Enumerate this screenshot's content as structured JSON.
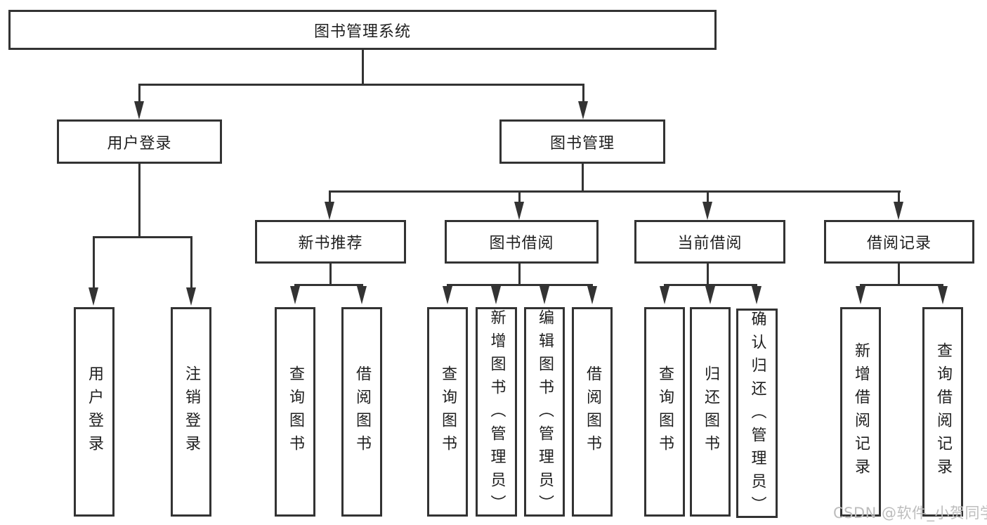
{
  "diagram_title": "图书管理系统",
  "nodes": {
    "root": {
      "label": "图书管理系统"
    },
    "user_login": {
      "label": "用户登录"
    },
    "book_management": {
      "label": "图书管理"
    },
    "new_book_recommend": {
      "label": "新书推荐"
    },
    "book_borrow": {
      "label": "图书借阅"
    },
    "current_borrow": {
      "label": "当前借阅"
    },
    "borrow_record": {
      "label": "借阅记录"
    },
    "leaf_user_login": {
      "label": "用户登录"
    },
    "leaf_logout": {
      "label": "注销登录"
    },
    "leaf_recommend_query_book": {
      "label": "查询图书"
    },
    "leaf_recommend_borrow_book": {
      "label": "借阅图书"
    },
    "leaf_borrow_query_book": {
      "label": "查询图书"
    },
    "leaf_borrow_add_book": {
      "label": "新增图书（管理员）"
    },
    "leaf_borrow_edit_book": {
      "label": "编辑图书（管理员）"
    },
    "leaf_borrow_borrow_book": {
      "label": "借阅图书"
    },
    "leaf_current_query_book": {
      "label": "查询图书"
    },
    "leaf_current_return_book": {
      "label": "归还图书"
    },
    "leaf_current_confirm_return": {
      "label": "确认归还（管理员）"
    },
    "leaf_record_add_record": {
      "label": "新增借阅记录"
    },
    "leaf_record_query_record": {
      "label": "查询借阅记录"
    }
  },
  "watermark": "CSDN @软件_小贺同学",
  "colors": {
    "line": "#333333",
    "text": "#1f1f1f",
    "watermark": "#bdbdbd",
    "background": "#ffffff"
  }
}
